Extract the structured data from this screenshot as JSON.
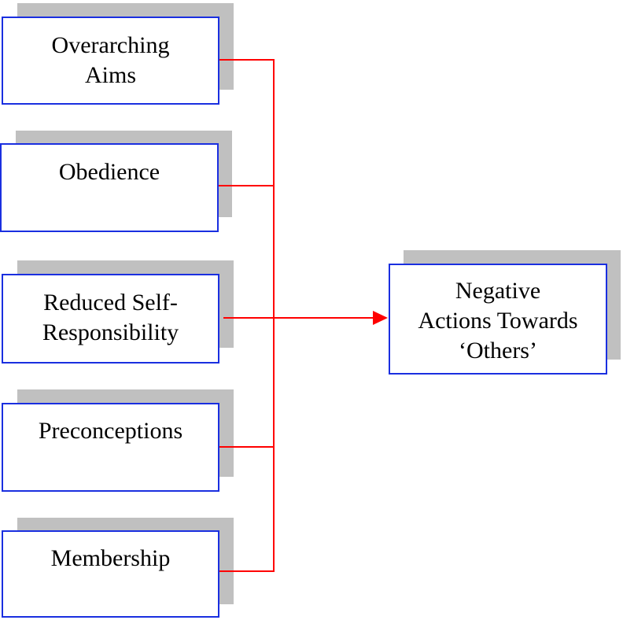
{
  "diagram": {
    "causes": [
      {
        "lines": [
          "Overarching",
          "Aims"
        ]
      },
      {
        "lines": [
          "Obedience"
        ]
      },
      {
        "lines": [
          "Reduced Self-",
          "Responsibility"
        ]
      },
      {
        "lines": [
          "Preconceptions"
        ]
      },
      {
        "lines": [
          "Membership"
        ]
      }
    ],
    "outcome": {
      "lines": [
        "Negative",
        "Actions Towards",
        "‘Others’"
      ]
    },
    "colors": {
      "box_border": "#1a2fe0",
      "shadow": "#c0c0c0",
      "connector": "#ff0000"
    }
  }
}
